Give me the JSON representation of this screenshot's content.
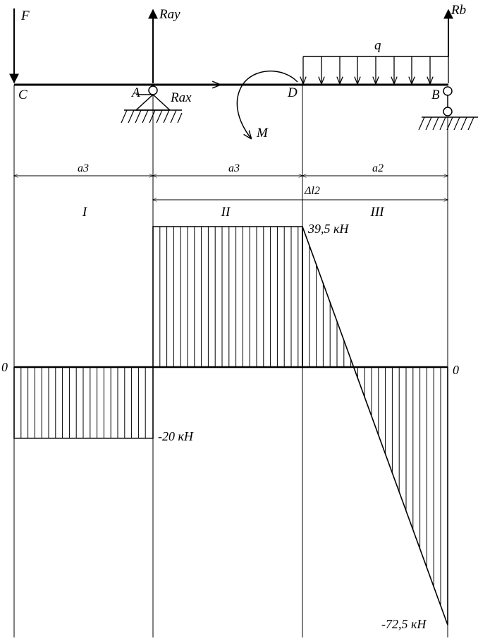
{
  "beam": {
    "points": {
      "c": "C",
      "a": "A",
      "d": "D",
      "b": "B"
    },
    "forces": {
      "f": "F",
      "ray": "Ray",
      "rax": "Rax",
      "rb": "Rb",
      "q": "q",
      "m": "M"
    }
  },
  "dimensions": {
    "seg_ca": "a3",
    "seg_ad": "a3",
    "seg_db": "a2",
    "elongation": "Δl2"
  },
  "sections": [
    "I",
    "II",
    "III"
  ],
  "chart_data": {
    "type": "area",
    "segments": [
      {
        "name": "I",
        "from": "C",
        "to": "A",
        "start_value": -20,
        "end_value": -20
      },
      {
        "name": "II",
        "from": "A",
        "to": "D",
        "start_value": 39.5,
        "end_value": 39.5
      },
      {
        "name": "III",
        "from": "D",
        "to": "B",
        "start_value": 39.5,
        "end_value": -72.5
      }
    ],
    "zero_left_label": "0",
    "zero_right_label": "0",
    "value_labels": {
      "pos_max": "39,5 кН",
      "neg_const": "-20 кН",
      "neg_min": "-72,5 кН"
    }
  }
}
